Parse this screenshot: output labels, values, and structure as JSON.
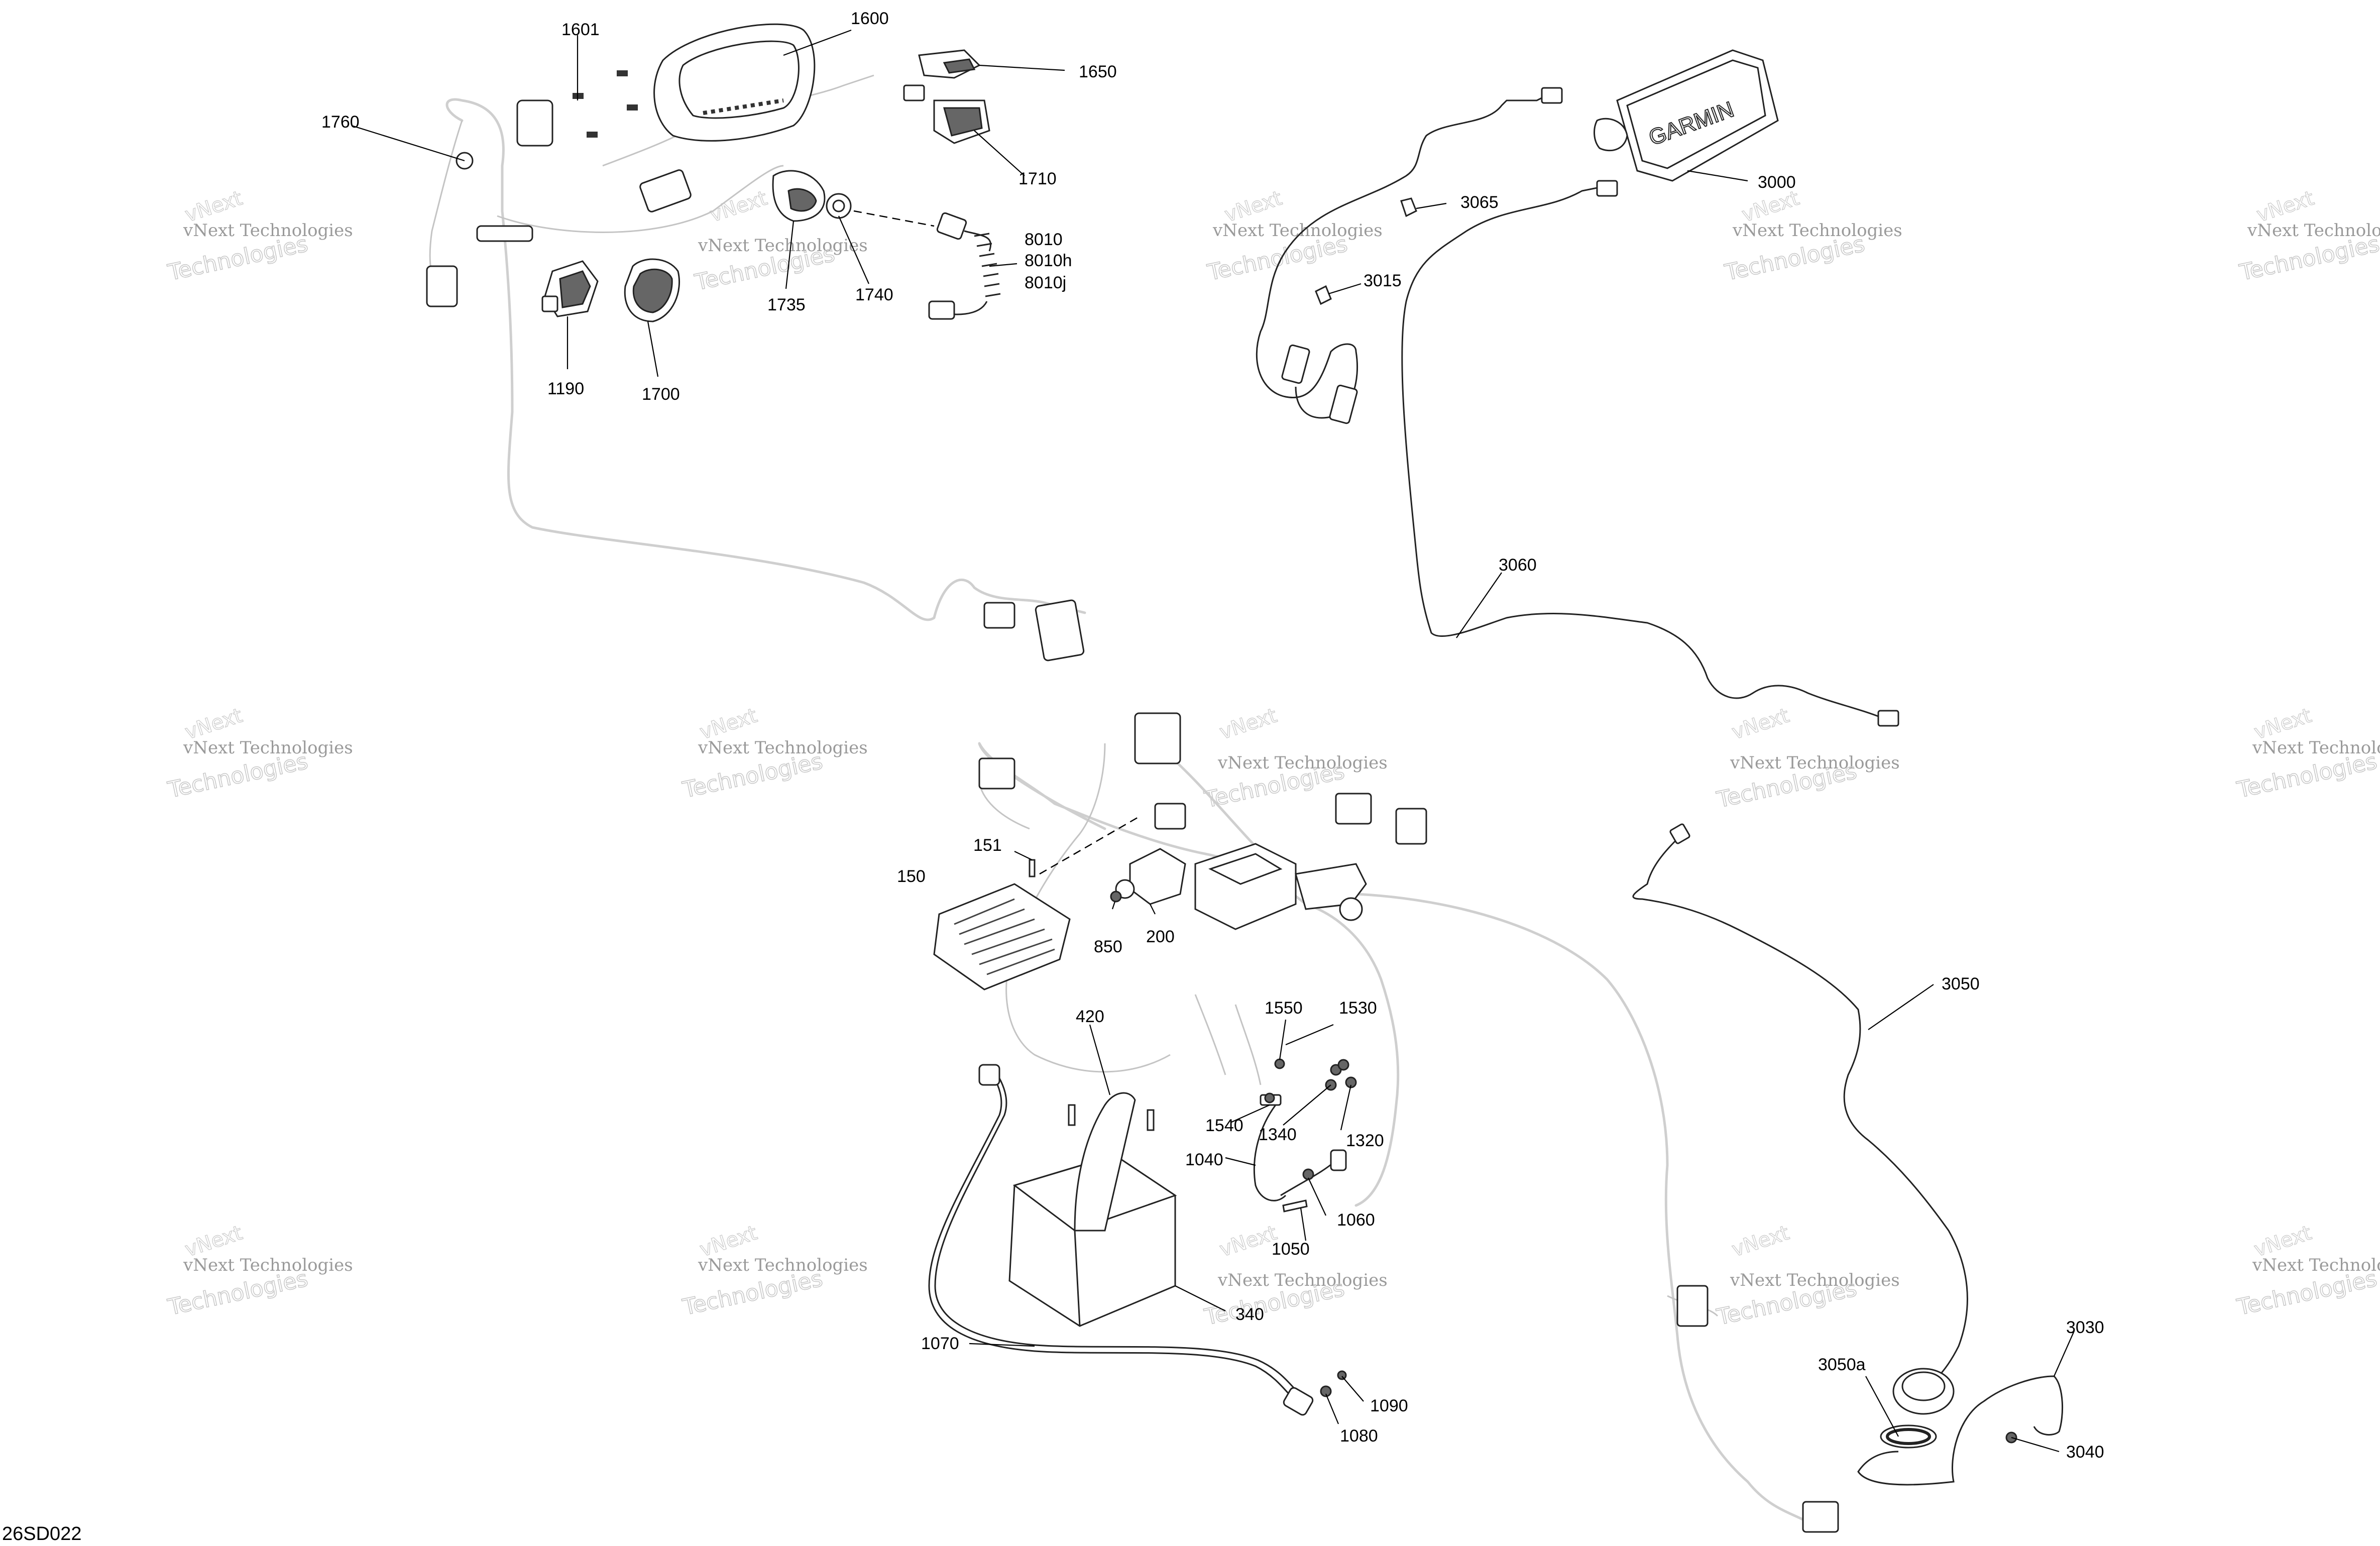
{
  "diagram_code": "26SD022",
  "watermark": {
    "logo": "vNext",
    "line1": "vNext Technologies",
    "line2": "Technologies"
  },
  "brand_on_part": "GARMIN",
  "callouts": [
    {
      "id": "c1601",
      "label": "1601"
    },
    {
      "id": "c1600",
      "label": "1600"
    },
    {
      "id": "c1650",
      "label": "1650"
    },
    {
      "id": "c1760",
      "label": "1760"
    },
    {
      "id": "c1710",
      "label": "1710"
    },
    {
      "id": "c8010",
      "label": "8010"
    },
    {
      "id": "c8010h",
      "label": "8010h"
    },
    {
      "id": "c8010j",
      "label": "8010j"
    },
    {
      "id": "c1735",
      "label": "1735"
    },
    {
      "id": "c1740",
      "label": "1740"
    },
    {
      "id": "c1190",
      "label": "1190"
    },
    {
      "id": "c1700",
      "label": "1700"
    },
    {
      "id": "c3000",
      "label": "3000"
    },
    {
      "id": "c3065",
      "label": "3065"
    },
    {
      "id": "c3015",
      "label": "3015"
    },
    {
      "id": "c3060",
      "label": "3060"
    },
    {
      "id": "c151",
      "label": "151"
    },
    {
      "id": "c150",
      "label": "150"
    },
    {
      "id": "c850",
      "label": "850"
    },
    {
      "id": "c200",
      "label": "200"
    },
    {
      "id": "c420",
      "label": "420"
    },
    {
      "id": "c1550",
      "label": "1550"
    },
    {
      "id": "c1530",
      "label": "1530"
    },
    {
      "id": "c1540",
      "label": "1540"
    },
    {
      "id": "c1340",
      "label": "1340"
    },
    {
      "id": "c1320",
      "label": "1320"
    },
    {
      "id": "c1040",
      "label": "1040"
    },
    {
      "id": "c1060",
      "label": "1060"
    },
    {
      "id": "c1050",
      "label": "1050"
    },
    {
      "id": "c340",
      "label": "340"
    },
    {
      "id": "c1070",
      "label": "1070"
    },
    {
      "id": "c1090",
      "label": "1090"
    },
    {
      "id": "c1080",
      "label": "1080"
    },
    {
      "id": "c3050",
      "label": "3050"
    },
    {
      "id": "c3050a",
      "label": "3050a"
    },
    {
      "id": "c3030",
      "label": "3030"
    },
    {
      "id": "c3040",
      "label": "3040"
    }
  ]
}
